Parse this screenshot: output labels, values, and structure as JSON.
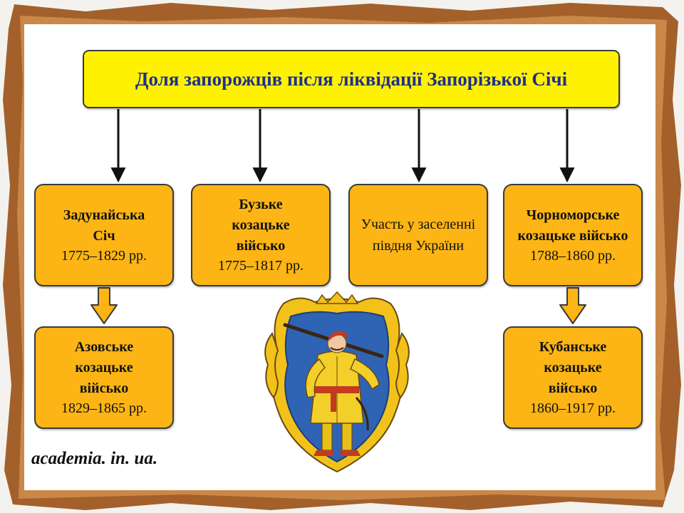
{
  "title": "Доля запорожців після ліквідації Запорізької Січі",
  "boxes": {
    "zadunaiska": {
      "name": "Задунайська Січ",
      "years": "1775–1829 рр."
    },
    "buzke": {
      "name": "Бузьке козацьке військо",
      "years": "1775–1817 рр."
    },
    "uchast": {
      "text": "Участь у заселенні півдня України"
    },
    "chornomorske": {
      "name": "Чорноморське козацьке військо",
      "years": "1788–1860 рр."
    },
    "azovske": {
      "name": "Азовське козацьке військо",
      "years": "1829–1865 рр."
    },
    "kubanske": {
      "name": "Кубанське козацьке військо",
      "years": "1860–1917 рр."
    }
  },
  "credit": "academia. in. ua.",
  "emblem": {
    "icon": "cossack-coat-of-arms-icon"
  },
  "colors": {
    "title_fill": "#fff200",
    "title_text": "#1f2f8e",
    "box_fill": "#fcb514",
    "outline": "#3a3a3a",
    "frame": "#a3602a"
  }
}
